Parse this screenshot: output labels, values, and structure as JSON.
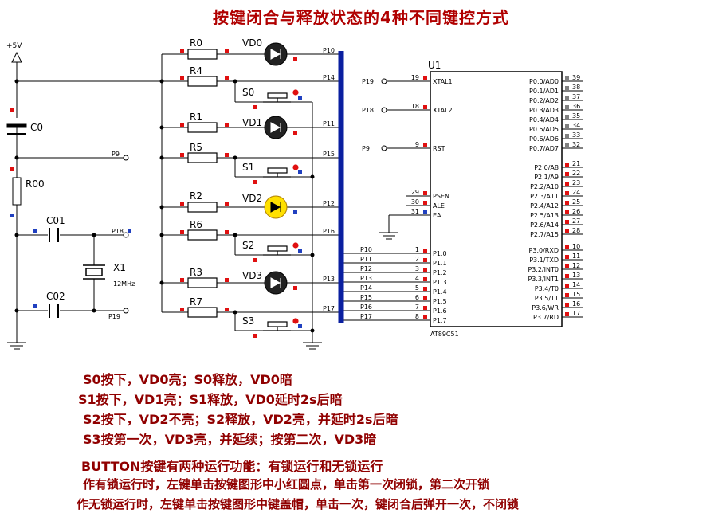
{
  "title": "按键闭合与释放状态的4种不同键控方式",
  "power": {
    "label": "+5V"
  },
  "parts": {
    "C0": "C0",
    "R00": "R00",
    "C01": "C01",
    "C02": "C02",
    "X1": "X1",
    "X1_freq": "12MHz",
    "R0": "R0",
    "R1": "R1",
    "R2": "R2",
    "R3": "R3",
    "R4": "R4",
    "R5": "R5",
    "R6": "R6",
    "R7": "R7",
    "VD0": "VD0",
    "VD1": "VD1",
    "VD2": "VD2",
    "VD3": "VD3",
    "S0": "S0",
    "S1": "S1",
    "S2": "S2",
    "S3": "S3"
  },
  "nets": {
    "P9": "P9",
    "P18": "P18",
    "P19": "P19",
    "P10": "P10",
    "P11": "P11",
    "P12": "P12",
    "P13": "P13",
    "P14": "P14",
    "P15": "P15",
    "P16": "P16",
    "P17": "P17"
  },
  "chip": {
    "ref": "U1",
    "part": "AT89C51",
    "left_pins": [
      {
        "num": "19",
        "name": "XTAL1",
        "net": "P19"
      },
      {
        "num": "18",
        "name": "XTAL2",
        "net": "P18"
      },
      {
        "num": "9",
        "name": "RST",
        "net": "P9"
      },
      {
        "num": "29",
        "name": "PSEN",
        "net": ""
      },
      {
        "num": "30",
        "name": "ALE",
        "net": ""
      },
      {
        "num": "31",
        "name": "EA",
        "net": ""
      },
      {
        "num": "1",
        "name": "P1.0",
        "net": "P10"
      },
      {
        "num": "2",
        "name": "P1.1",
        "net": "P11"
      },
      {
        "num": "3",
        "name": "P1.2",
        "net": "P12"
      },
      {
        "num": "4",
        "name": "P1.3",
        "net": "P13"
      },
      {
        "num": "5",
        "name": "P1.4",
        "net": "P14"
      },
      {
        "num": "6",
        "name": "P1.5",
        "net": "P15"
      },
      {
        "num": "7",
        "name": "P1.6",
        "net": "P16"
      },
      {
        "num": "8",
        "name": "P1.7",
        "net": "P17"
      }
    ],
    "right_pins": [
      {
        "num": "39",
        "name": "P0.0/AD0"
      },
      {
        "num": "38",
        "name": "P0.1/AD1"
      },
      {
        "num": "37",
        "name": "P0.2/AD2"
      },
      {
        "num": "36",
        "name": "P0.3/AD3"
      },
      {
        "num": "35",
        "name": "P0.4/AD4"
      },
      {
        "num": "34",
        "name": "P0.5/AD5"
      },
      {
        "num": "33",
        "name": "P0.6/AD6"
      },
      {
        "num": "32",
        "name": "P0.7/AD7"
      },
      {
        "num": "21",
        "name": "P2.0/A8"
      },
      {
        "num": "22",
        "name": "P2.1/A9"
      },
      {
        "num": "23",
        "name": "P2.2/A10"
      },
      {
        "num": "24",
        "name": "P2.3/A11"
      },
      {
        "num": "25",
        "name": "P2.4/A12"
      },
      {
        "num": "26",
        "name": "P2.5/A13"
      },
      {
        "num": "27",
        "name": "P2.6/A14"
      },
      {
        "num": "28",
        "name": "P2.7/A15"
      },
      {
        "num": "10",
        "name": "P3.0/RXD"
      },
      {
        "num": "11",
        "name": "P3.1/TXD"
      },
      {
        "num": "12",
        "name": "P3.2/INT0"
      },
      {
        "num": "13",
        "name": "P3.3/INT1"
      },
      {
        "num": "14",
        "name": "P3.4/T0"
      },
      {
        "num": "15",
        "name": "P3.5/T1"
      },
      {
        "num": "16",
        "name": "P3.6/WR"
      },
      {
        "num": "17",
        "name": "P3.7/RD"
      }
    ]
  },
  "notes": [
    "S0按下，VD0亮；S0释放，VD0暗",
    "S1按下，VD1亮；S1释放，VD0延时2s后暗",
    "S2按下，VD2不亮；S2释放，VD2亮，并延时2s后暗",
    "S3按第一次，VD3亮，并延续；按第二次，VD3暗",
    "BUTTON按键有两种运行功能：有锁运行和无锁运行",
    "作有锁运行时，左键单击按键图形中小红圆点，单击第一次闭锁，第二次开锁",
    "作无锁运行时，左键单击按键图形中键盖帽，单击一次，键闭合后弹开一次，不闭锁"
  ],
  "colors": {
    "title": "#b00000",
    "notes": "#900000",
    "bus": "#0a1fa0",
    "led_off": "#222222",
    "led_on": "#ffe000",
    "marker_red": "#e01010",
    "marker_blue": "#2040c0"
  }
}
